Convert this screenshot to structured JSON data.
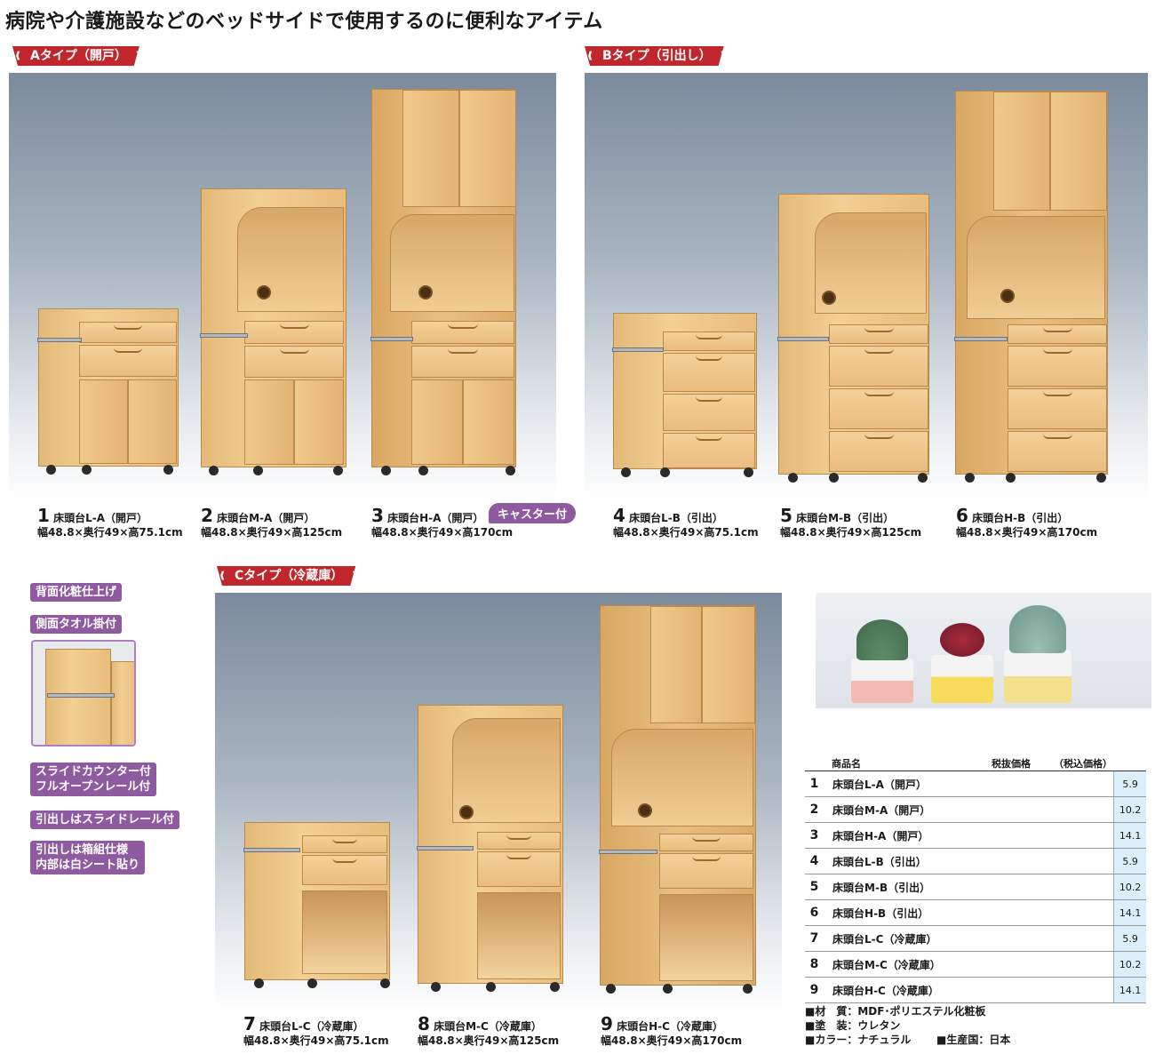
{
  "title": "病院や介護施設などのベッドサイドで使用するのに便利なアイテム",
  "sections": {
    "a": "Aタイプ（開戸）",
    "b": "Bタイプ（引出し）",
    "c": "Cタイプ（冷蔵庫）"
  },
  "caster_label": "キャスター付",
  "products": [
    {
      "num": "1",
      "name": "床頭台L-A（開戸）",
      "size": "幅48.8×奥行49×高75.1cm"
    },
    {
      "num": "2",
      "name": "床頭台M-A（開戸）",
      "size": "幅48.8×奥行49×高125cm"
    },
    {
      "num": "3",
      "name": "床頭台H-A（開戸）",
      "size": "幅48.8×奥行49×高170cm"
    },
    {
      "num": "4",
      "name": "床頭台L-B（引出）",
      "size": "幅48.8×奥行49×高75.1cm"
    },
    {
      "num": "5",
      "name": "床頭台M-B（引出）",
      "size": "幅48.8×奥行49×高125cm"
    },
    {
      "num": "6",
      "name": "床頭台H-B（引出）",
      "size": "幅48.8×奥行49×高170cm"
    },
    {
      "num": "7",
      "name": "床頭台L-C（冷蔵庫）",
      "size": "幅48.8×奥行49×高75.1cm"
    },
    {
      "num": "8",
      "name": "床頭台M-C（冷蔵庫）",
      "size": "幅48.8×奥行49×高125cm"
    },
    {
      "num": "9",
      "name": "床頭台H-C（冷蔵庫）",
      "size": "幅48.8×奥行49×高170cm"
    }
  ],
  "features": [
    "背面化粧仕上げ",
    "側面タオル掛付",
    "スライドカウンター付",
    "フルオープンレール付",
    "引出しはスライドレール付",
    "引出しは箱組仕様",
    "内部は白シート貼り"
  ],
  "price_table": {
    "headers": {
      "name": "商品名",
      "price_ex": "税抜価格",
      "price_in": "（税込価格）"
    },
    "rows": [
      {
        "num": "1",
        "name": "床頭台L-A（開戸）",
        "price": "5.9"
      },
      {
        "num": "2",
        "name": "床頭台M-A（開戸）",
        "price": "10.2"
      },
      {
        "num": "3",
        "name": "床頭台H-A（開戸）",
        "price": "14.1"
      },
      {
        "num": "4",
        "name": "床頭台L-B（引出）",
        "price": "5.9"
      },
      {
        "num": "5",
        "name": "床頭台M-B（引出）",
        "price": "10.2"
      },
      {
        "num": "6",
        "name": "床頭台H-B（引出）",
        "price": "14.1"
      },
      {
        "num": "7",
        "name": "床頭台L-C（冷蔵庫）",
        "price": "5.9"
      },
      {
        "num": "8",
        "name": "床頭台M-C（冷蔵庫）",
        "price": "10.2"
      },
      {
        "num": "9",
        "name": "床頭台H-C（冷蔵庫）",
        "price": "14.1"
      }
    ]
  },
  "specs": {
    "material": "■材　質：MDF･ポリエステル化粧板",
    "finish": "■塗　装：ウレタン",
    "color": "■カラー：ナチュラル",
    "origin": "■生産国：日本"
  },
  "colors": {
    "tag_red": "#c0272d",
    "pill_purple": "#8e5aa0",
    "wood": "#eec489",
    "price_cell": "#dceefa"
  }
}
